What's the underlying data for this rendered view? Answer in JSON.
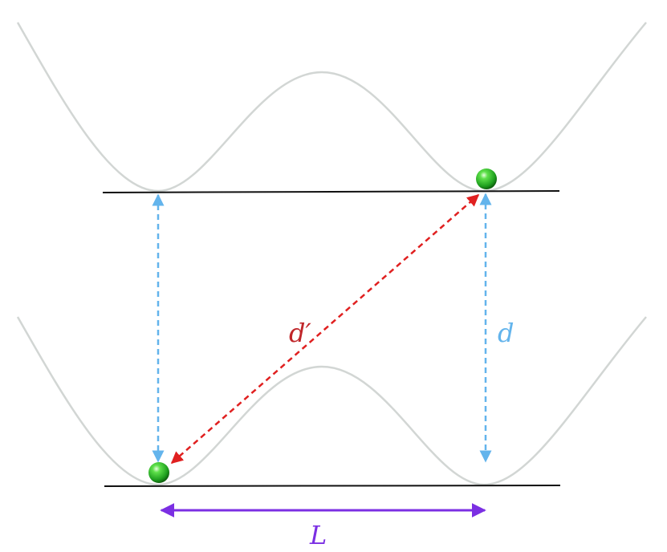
{
  "labels": {
    "d_prime": "d′",
    "d": "d",
    "L": "L"
  },
  "colors": {
    "potential_curve": "#d2d6d4",
    "baseline": "#111111",
    "vertical_distance": "#63b4ec",
    "diagonal_distance": "#e02020",
    "separation": "#7b2fe3",
    "particle": "#1faa1f",
    "label_d_prime": "#c0262a",
    "label_d": "#63b4ec",
    "label_L": "#7b2fe3"
  }
}
